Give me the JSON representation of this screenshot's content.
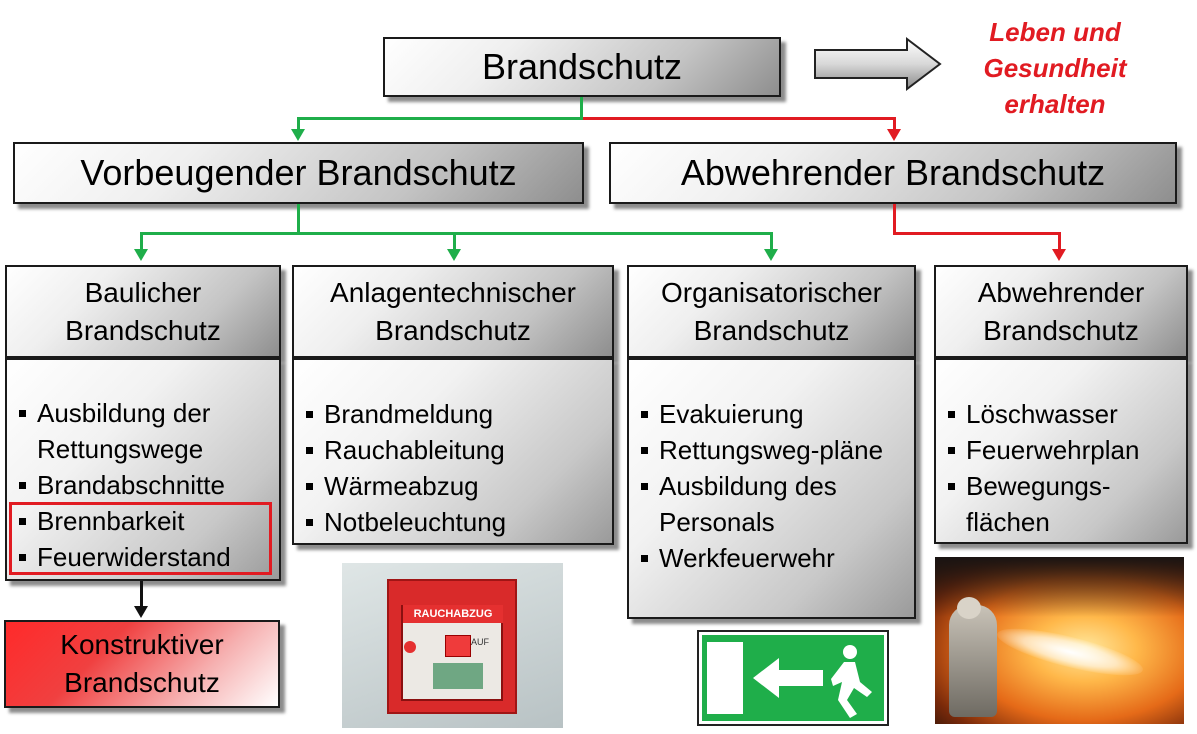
{
  "top": {
    "title": "Brandschutz"
  },
  "slogan": {
    "line1": "Leben und",
    "line2": "Gesundheit",
    "line3": "erhalten"
  },
  "level2": {
    "left": "Vorbeugender Brandschutz",
    "right": "Abwehrender Brandschutz"
  },
  "columns": [
    {
      "title1": "Baulicher",
      "title2": "Brandschutz",
      "items": [
        "Ausbildung der Rettungswege",
        "Brandabschnitte",
        "Brennbarkeit",
        "Feuerwiderstand"
      ]
    },
    {
      "title1": "Anlagentechnischer",
      "title2": "Brandschutz",
      "items": [
        "Brandmeldung",
        "Rauchableitung",
        "Wärmeabzug",
        "Notbeleuchtung"
      ]
    },
    {
      "title1": "Organisatorischer",
      "title2": "Brandschutz",
      "items": [
        "Evakuierung",
        "Rettungsweg-pläne",
        "Ausbildung des Personals",
        "Werkfeuerwehr"
      ]
    },
    {
      "title1": "Abwehrender",
      "title2": "Brandschutz",
      "items": [
        "Löschwasser",
        "Feuerwehrplan",
        "Bewegungs-flächen"
      ]
    }
  ],
  "konstruktiv": {
    "line1": "Konstruktiver",
    "line2": "Brandschutz"
  },
  "rauchabzug": {
    "label": "RAUCHABZUG",
    "button": "AUF"
  },
  "colors": {
    "green": "#1fae4a",
    "red": "#e11b22"
  }
}
